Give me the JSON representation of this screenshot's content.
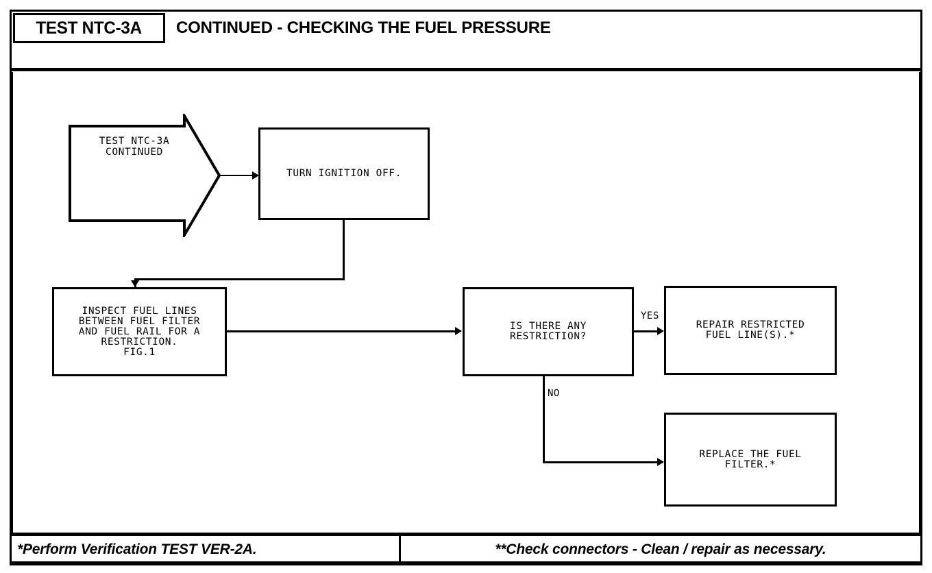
{
  "header": {
    "test_id": "TEST NTC-3A",
    "title": "CONTINUED - CHECKING THE FUEL PRESSURE"
  },
  "flow": {
    "start_shape": {
      "name": "start-arrow",
      "text": "TEST NTC-3A\nCONTINUED"
    },
    "nodes": [
      {
        "id": "turn-ignition-off",
        "type": "process",
        "text": "TURN IGNITION OFF."
      },
      {
        "id": "inspect-fuel-lines",
        "type": "process",
        "text": "INSPECT FUEL LINES\nBETWEEN FUEL FILTER\nAND FUEL RAIL FOR A\nRESTRICTION.\nFIG.1"
      },
      {
        "id": "is-there-restriction",
        "type": "decision",
        "text": "IS THERE ANY\nRESTRICTION?"
      },
      {
        "id": "repair-restricted-line",
        "type": "process",
        "text": "REPAIR RESTRICTED\nFUEL LINE(S).*"
      },
      {
        "id": "replace-fuel-filter",
        "type": "process",
        "text": "REPLACE THE FUEL\nFILTER.*"
      }
    ],
    "edge_labels": {
      "yes": "YES",
      "no": "NO"
    }
  },
  "footer": {
    "left_note": "*Perform Verification TEST VER-2A.",
    "right_note": "**Check connectors - Clean / repair as necessary."
  },
  "colors": {
    "ink": "#000000",
    "paper": "#ffffff"
  }
}
